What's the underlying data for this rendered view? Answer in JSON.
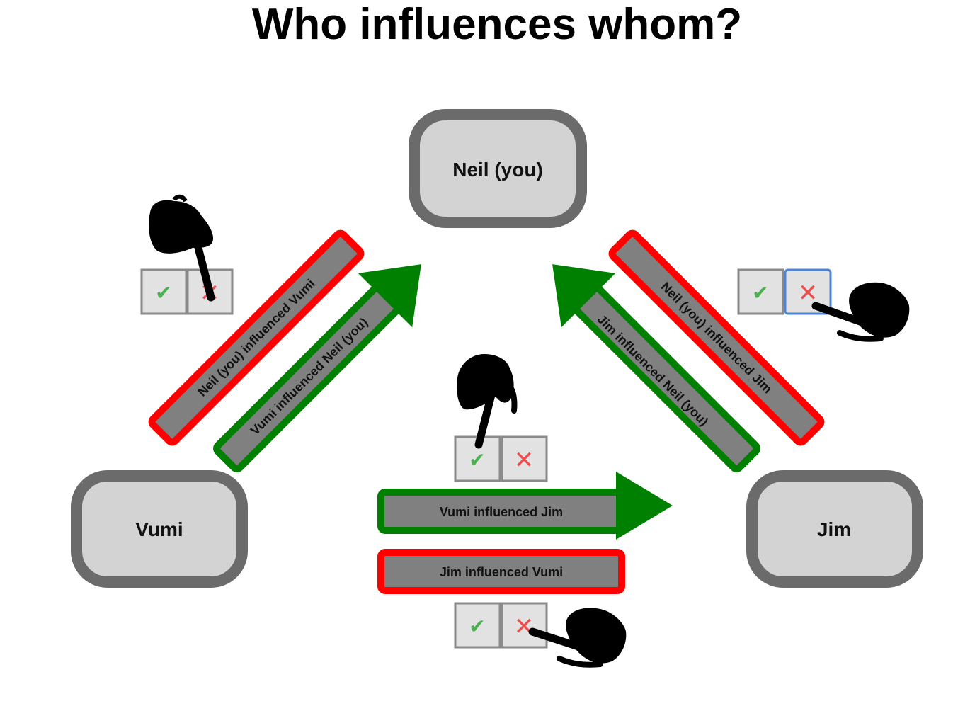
{
  "title": "Who influences whom?",
  "nodes": {
    "neil": "Neil (you)",
    "vumi": "Vumi",
    "jim": "Jim"
  },
  "edges": {
    "neil_vumi": {
      "label": "Neil (you) influenced Vumi",
      "state": "rejected"
    },
    "vumi_neil": {
      "label": "Vumi influenced Neil (you)",
      "state": "accepted"
    },
    "neil_jim": {
      "label": "Neil (you) influenced Jim",
      "state": "rejected"
    },
    "jim_neil": {
      "label": "Jim influenced Neil (you)",
      "state": "accepted"
    },
    "vumi_jim": {
      "label": "Vumi influenced Jim",
      "state": "accepted"
    },
    "jim_vumi": {
      "label": "Jim influenced Vumi",
      "state": "rejected"
    }
  },
  "buttons": {
    "accept_glyph": "✔",
    "reject_glyph": "✕"
  },
  "colors": {
    "accepted": "#008000",
    "rejected": "#ff0000",
    "label_fill": "#808080",
    "node_border": "#6b6b6b",
    "node_fill": "#d3d3d3",
    "focus_outline": "#4a86d8"
  },
  "icons": [
    "pointing-hand-icon"
  ]
}
